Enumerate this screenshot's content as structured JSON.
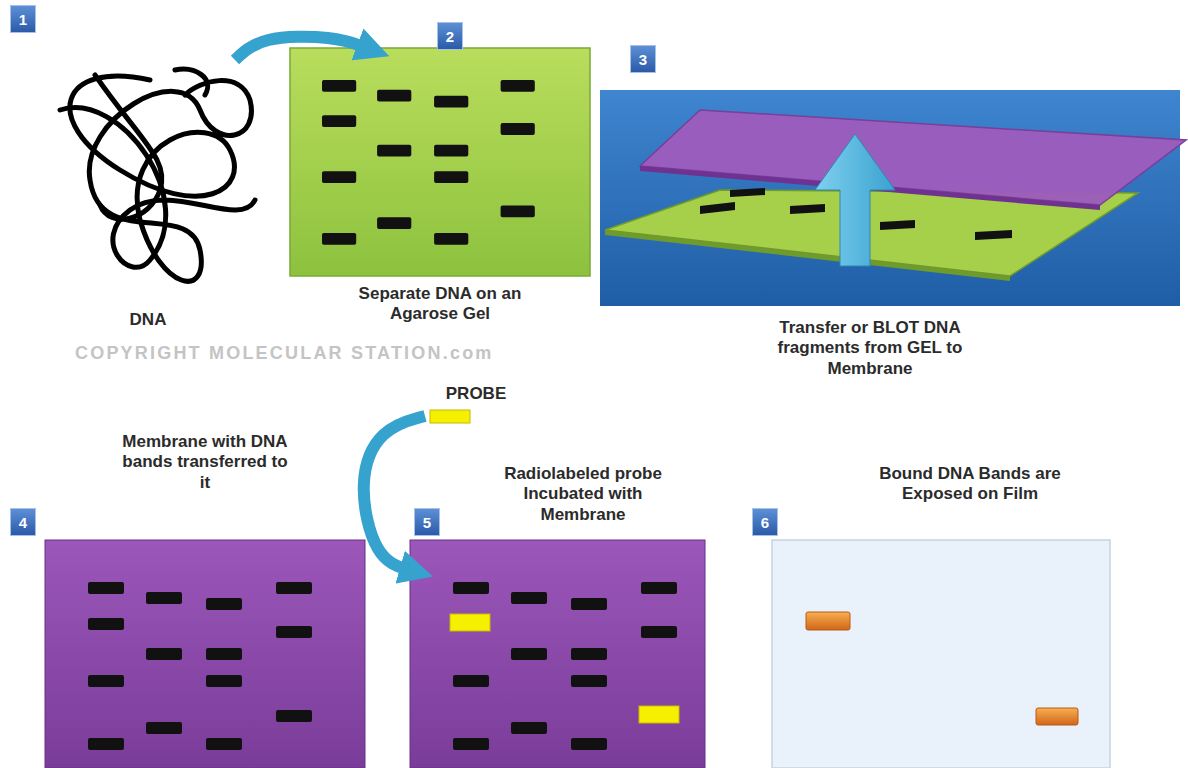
{
  "diagram": {
    "nodes": [
      {
        "text": [
          "DNA"
        ]
      },
      {
        "text": [
          "Separate DNA on an Agarose Gel"
        ]
      },
      {
        "text": [
          "Transfer or BLOT DNA fragments from GEL to Membrane"
        ]
      },
      {
        "text": [
          "PROBE"
        ]
      },
      {
        "text": [
          "Membrane with DNA bands transferred to it"
        ]
      },
      {
        "text": [
          "Radiolabeled probe Incubated with Membrane"
        ]
      },
      {
        "text": [
          "Bound DNA Bands are Exposed on Film"
        ]
      }
    ],
    "edges": [
      {
        "from": 0,
        "to": 1,
        "arrow": "to"
      },
      {
        "from": 3,
        "to": 5,
        "arrow": "to"
      }
    ],
    "labels": [
      "1",
      "2",
      "3",
      "4",
      "5",
      "6",
      "COPYRIGHT MOLECULAR STATION.com"
    ]
  }
}
